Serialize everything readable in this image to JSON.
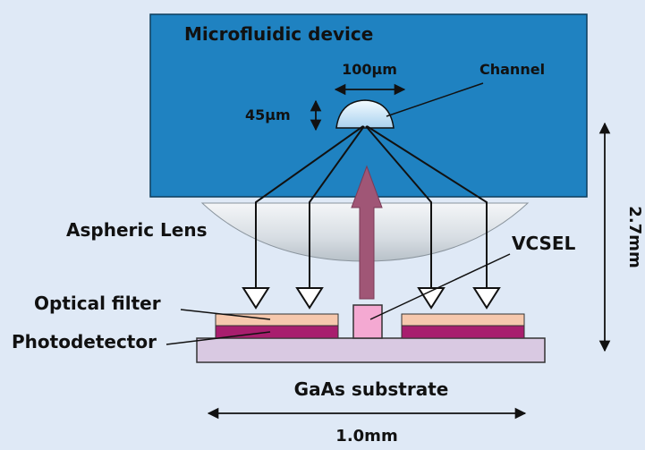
{
  "labels": {
    "microfluidic_device": "Microfluidic device",
    "channel": "Channel",
    "width_100": "100μm",
    "height_45": "45μm",
    "aspheric_lens": "Aspheric Lens",
    "vcsel": "VCSEL",
    "optical_filter": "Optical filter",
    "photodetector": "Photodetector",
    "gaas_substrate": "GaAs substrate",
    "length_1mm": "1.0mm",
    "height_2_7mm": "2.7mm"
  },
  "colors": {
    "background": "#dfe9f6",
    "device_fill": "#1f82c1",
    "channel_fill": "#cfe6f7",
    "filter_fill": "#f6c8ad",
    "photodetector_fill": "#a81e6e",
    "substrate_fill": "#d9c9e2",
    "vcsel_fill": "#f4a9d2",
    "vcsel_arrow": "#a05676"
  }
}
